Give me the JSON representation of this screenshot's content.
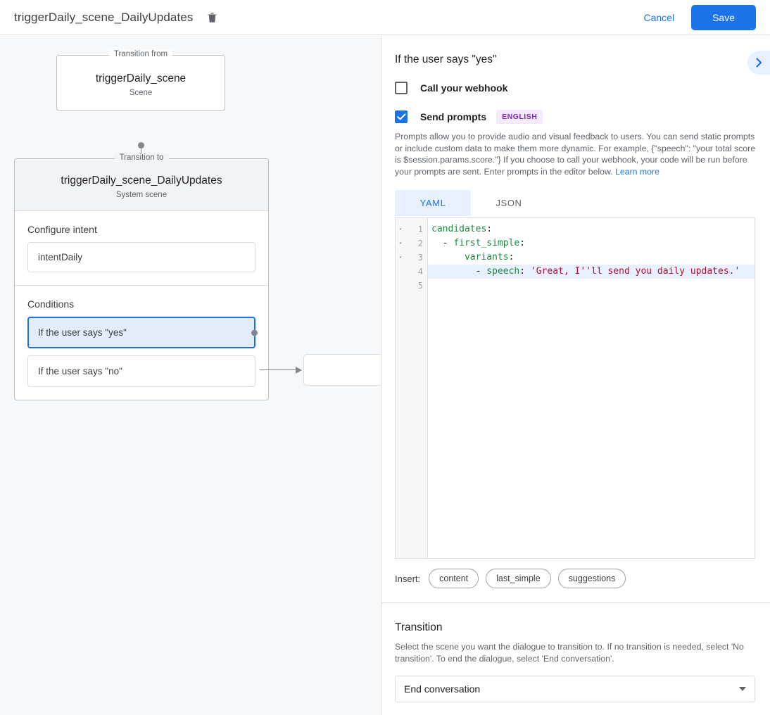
{
  "topbar": {
    "title": "triggerDaily_scene_DailyUpdates",
    "delete_icon": "trash-icon",
    "cancel_label": "Cancel",
    "save_label": "Save"
  },
  "canvas": {
    "from_node": {
      "legend": "Transition from",
      "title": "triggerDaily_scene",
      "subtitle": "Scene"
    },
    "to_node": {
      "legend": "Transition to",
      "title": "triggerDaily_scene_DailyUpdates",
      "subtitle": "System scene"
    },
    "intent_section": {
      "label": "Configure intent",
      "value": "intentDaily"
    },
    "conditions_section": {
      "label": "Conditions",
      "items": [
        {
          "label": "If the user says \"yes\"",
          "selected": true
        },
        {
          "label": "If the user says \"no\"",
          "selected": false
        }
      ]
    }
  },
  "panel": {
    "heading": "If the user says \"yes\"",
    "expand_icon": "chevron-right-icon",
    "webhook": {
      "label": "Call your webhook",
      "checked": false
    },
    "prompts": {
      "label": "Send prompts",
      "checked": true,
      "badge": "ENGLISH",
      "description": "Prompts allow you to provide audio and visual feedback to users. You can send static prompts or include custom data to make them more dynamic. For example, {\"speech\": \"your total score is $session.params.score.\"} If you choose to call your webhook, your code will be run before your prompts are sent. Enter prompts in the editor below.",
      "link_label": "Learn more"
    },
    "tabs": [
      {
        "label": "YAML",
        "active": true
      },
      {
        "label": "JSON",
        "active": false
      }
    ],
    "editor": {
      "lines": [
        {
          "num": "1",
          "fold": "▾",
          "highlighted": false,
          "tokens": [
            {
              "t": "candidates",
              "c": "k"
            },
            {
              "t": ":",
              "c": "p"
            }
          ]
        },
        {
          "num": "2",
          "fold": "▾",
          "highlighted": false,
          "tokens": [
            {
              "t": "  - ",
              "c": "p"
            },
            {
              "t": "first_simple",
              "c": "k"
            },
            {
              "t": ":",
              "c": "p"
            }
          ]
        },
        {
          "num": "3",
          "fold": "▾",
          "highlighted": false,
          "tokens": [
            {
              "t": "      ",
              "c": "p"
            },
            {
              "t": "variants",
              "c": "k"
            },
            {
              "t": ":",
              "c": "p"
            }
          ]
        },
        {
          "num": "4",
          "fold": "",
          "highlighted": true,
          "tokens": [
            {
              "t": "        - ",
              "c": "p"
            },
            {
              "t": "speech",
              "c": "k"
            },
            {
              "t": ": ",
              "c": "p"
            },
            {
              "t": "'Great, I''ll send you daily updates.'",
              "c": "s"
            }
          ]
        },
        {
          "num": "5",
          "fold": "",
          "highlighted": false,
          "tokens": []
        }
      ]
    },
    "insert": {
      "label": "Insert:",
      "chips": [
        "content",
        "last_simple",
        "suggestions"
      ]
    },
    "transition": {
      "heading": "Transition",
      "description": "Select the scene you want the dialogue to transition to. If no transition is needed, select 'No transition'. To end the dialogue, select 'End conversation'.",
      "selected": "End conversation"
    }
  },
  "colors": {
    "accent": "#1a73e8",
    "badge_text": "#7c29bd",
    "badge_bg": "#f5e9fd",
    "canvas_bg": "#f6f8f9"
  }
}
